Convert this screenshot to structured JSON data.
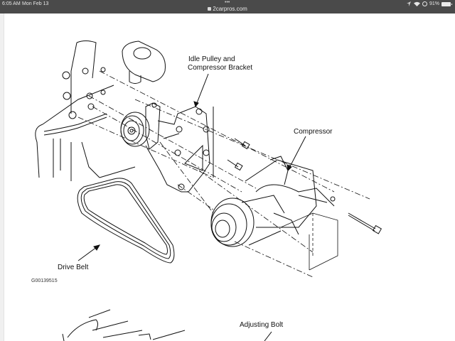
{
  "status_bar": {
    "time": "6:05 AM",
    "date": "Mon Feb 13",
    "dots": "•••",
    "url": "2carpros.com",
    "battery": "91%",
    "icons": [
      "wifi-icon",
      "location-icon",
      "battery-icon"
    ]
  },
  "diagram": {
    "labels": {
      "idle_pulley_line1": "Idle Pulley and",
      "idle_pulley_line2": "Compressor Bracket",
      "compressor": "Compressor",
      "drive_belt": "Drive Belt",
      "figure_code": "G00139515",
      "adjusting_bolt": "Adjusting Bolt"
    }
  }
}
